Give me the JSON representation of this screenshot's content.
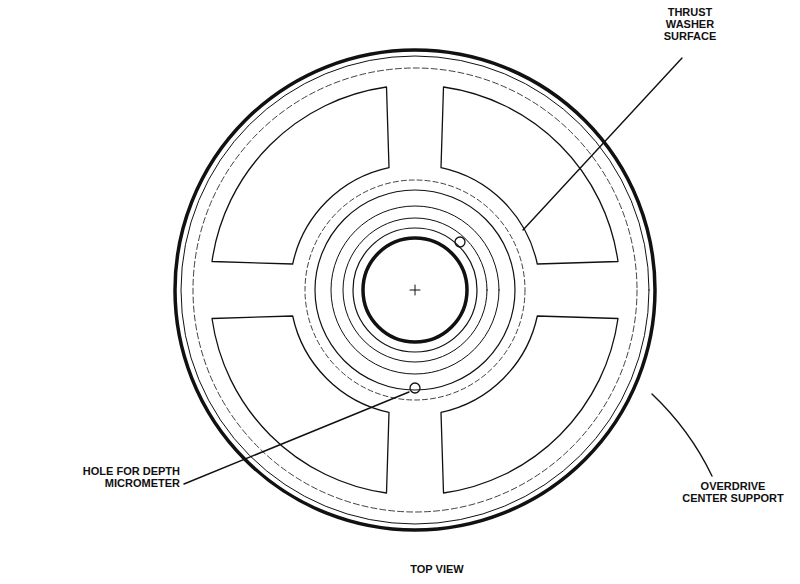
{
  "diagram": {
    "caption": "TOP VIEW",
    "labels": [
      "THRUST WASHER SURFACE",
      "HOLE FOR DEPTH MICROMETER",
      "OVERDRIVE CENTER SUPPORT"
    ]
  }
}
